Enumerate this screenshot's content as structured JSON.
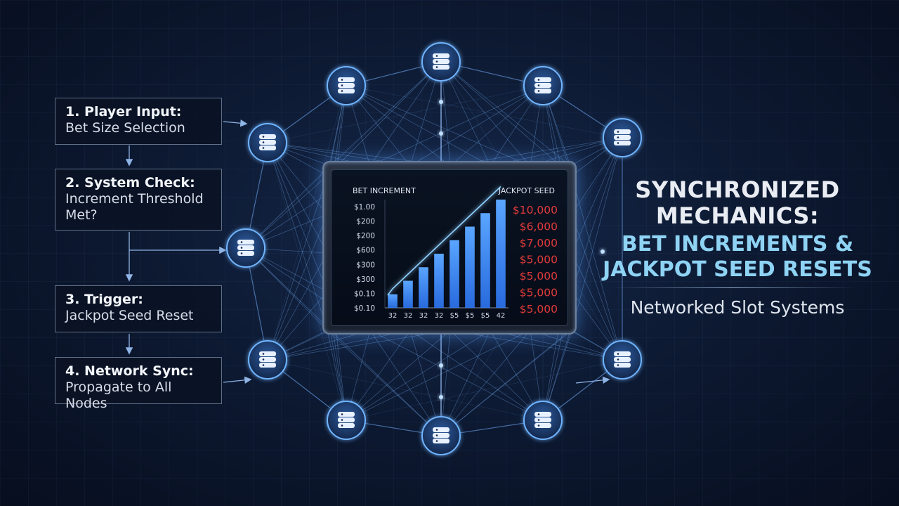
{
  "steps": [
    {
      "title": "1. Player Input:",
      "desc": "Bet Size Selection"
    },
    {
      "title": "2. System Check:",
      "desc": "Increment Threshold Met?"
    },
    {
      "title": "3. Trigger:",
      "desc": "Jackpot Seed Reset"
    },
    {
      "title": "4. Network Sync:",
      "desc": "Propagate to All Nodes"
    }
  ],
  "headline": {
    "line1": "SYNCHRONIZED",
    "line2": "MECHANICS:",
    "line3": "BET INCREMENTS &",
    "line4": "JACKPOT SEED RESETS"
  },
  "subtitle": "Networked Slot Systems",
  "colors": {
    "accent_cyan": "#8fd3f4",
    "seed_red": "#e23b3b",
    "bar_blue": "#2f7bff",
    "node_glow": "#6fb4ff"
  },
  "icons": {
    "node": "database-server-icon"
  },
  "chart_data": {
    "type": "bar",
    "title": "",
    "left_label": "BET INCREMENT",
    "right_label": "JACKPOT SEED",
    "y_tick_labels": [
      "$1.00",
      "$200",
      "$200",
      "$600",
      "$300",
      "$300",
      "$0.10",
      "$0.10"
    ],
    "categories": [
      "32",
      "32",
      "32",
      "32",
      "$5",
      "$5",
      "$5",
      "42"
    ],
    "values": [
      1,
      2,
      3,
      4,
      5,
      6,
      7,
      8
    ],
    "ylim": [
      0,
      8
    ],
    "trend_line": true,
    "seed_values": [
      "$10,000",
      "$6,000",
      "$7,000",
      "$5,000",
      "$5,000",
      "$5,000",
      "$5,000"
    ]
  }
}
